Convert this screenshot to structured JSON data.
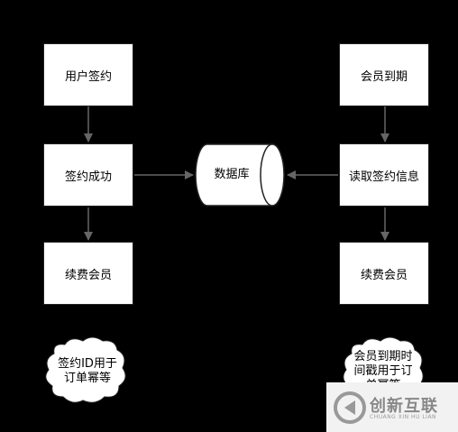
{
  "nodes": {
    "user_sign": "用户签约",
    "sign_success": "签约成功",
    "renew_left": "续费会员",
    "database": "数据库",
    "member_expire": "会员到期",
    "read_sign_info": "读取签约信息",
    "renew_right": "续费会员"
  },
  "notes": {
    "left_line1": "签约ID用于",
    "left_line2": "订单幂等",
    "right_line1": "会员到期时",
    "right_line2": "间戳用于订",
    "right_line3": "单幂等"
  },
  "watermark": {
    "cn": "创新互联",
    "en": "CHUANG XIN HU LIAN"
  },
  "colors": {
    "background": "#000000",
    "box_fill": "#ffffff",
    "arrow": "#666666"
  }
}
